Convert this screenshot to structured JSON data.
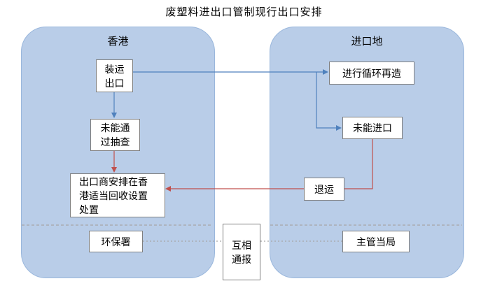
{
  "title": "废塑料进出口管制现行出口安排",
  "regions": {
    "hongkong": {
      "label": "香港"
    },
    "import_place": {
      "label": "进口地"
    }
  },
  "nodes": {
    "ship_export": {
      "label": "装运出口",
      "lines": [
        "装运",
        "出口"
      ]
    },
    "fail_inspection": {
      "label": "未能通过抽查",
      "lines": [
        "未能通",
        "过抽查"
      ]
    },
    "exporter_arrange": {
      "label": "出口商安排在香港适当回收设置处置",
      "lines": [
        "出口商安排在香",
        "港适当回收设置",
        "处置"
      ]
    },
    "epd": {
      "label": "环保署"
    },
    "recycle": {
      "label": "进行循环再造"
    },
    "fail_import": {
      "label": "未能进口"
    },
    "return_shipment": {
      "label": "退运"
    },
    "authority": {
      "label": "主管当局"
    },
    "mutual_notify": {
      "label": "互相通报",
      "lines": [
        "互相",
        "通报"
      ]
    }
  },
  "colors": {
    "region_fill": "#b9cde8",
    "region_border": "#9ab7dc",
    "node_border": "#7f7f7f",
    "arrow_blue": "#4f81bd",
    "arrow_red": "#c0504d",
    "dashed_line": "#a6a6a6"
  }
}
